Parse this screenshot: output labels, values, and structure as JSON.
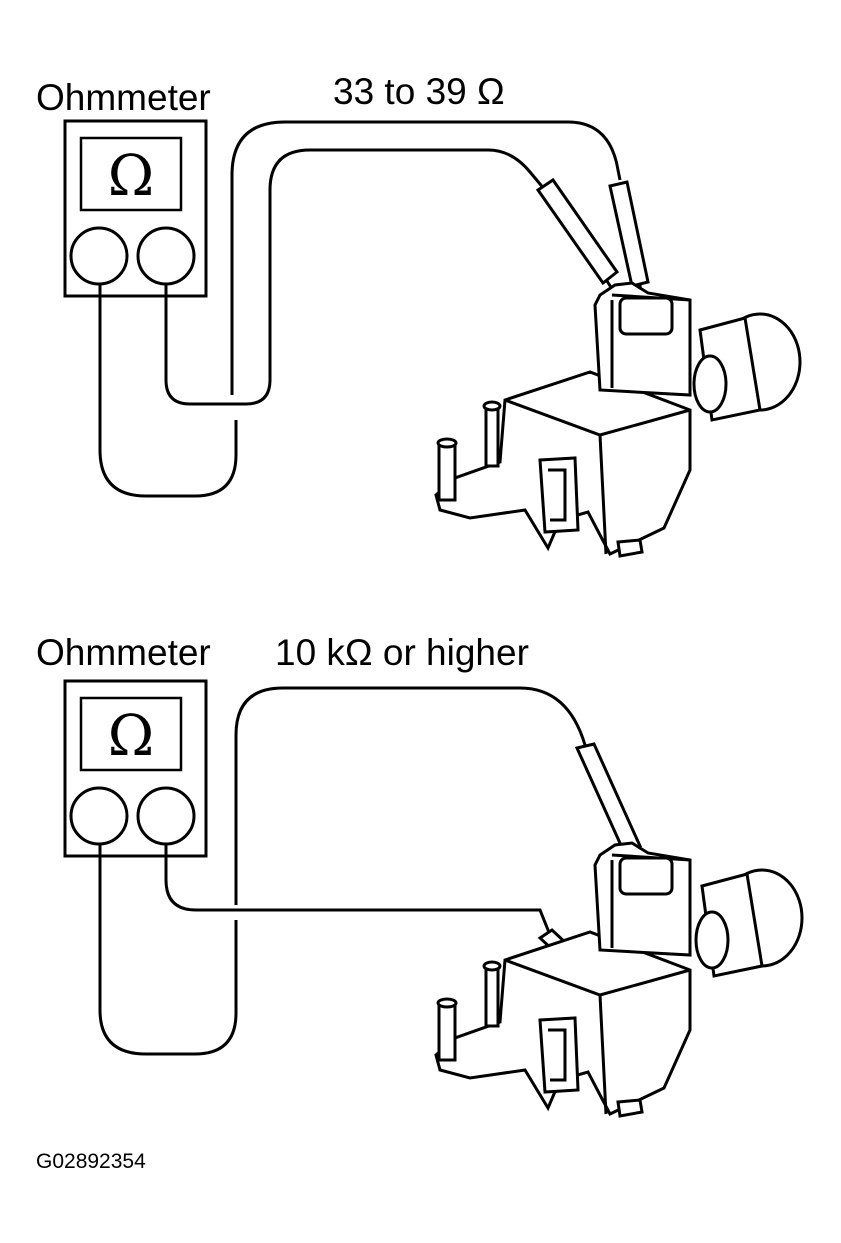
{
  "panels": [
    {
      "meter_label": "Ohmmeter",
      "reading": "33 to 39 Ω",
      "meter_symbol": "Ω"
    },
    {
      "meter_label": "Ohmmeter",
      "reading": "10 kΩ or higher",
      "meter_symbol": "Ω"
    }
  ],
  "figure_code": "G02892354"
}
